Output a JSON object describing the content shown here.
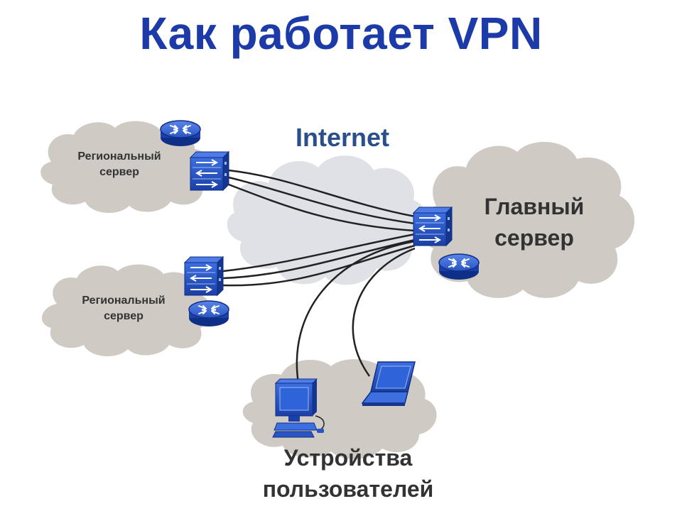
{
  "title": "Как работает VPN",
  "internet": {
    "label": "Internet"
  },
  "regional_top": {
    "line1": "Региональный",
    "line2": "сервер"
  },
  "regional_bottom": {
    "line1": "Региональный",
    "line2": "сервер"
  },
  "main_server": {
    "line1": "Главный",
    "line2": "сервер"
  },
  "users": {
    "line1": "Устройства",
    "line2": "пользователей"
  },
  "colors": {
    "title": "#1c3aa8",
    "internet_label": "#2a4f8a",
    "device_blue": "#1f4fc4",
    "cloud_gray": "#cfcbc4",
    "internet_cloud": "#dfe1e6",
    "text_dark": "#333333"
  },
  "icons": [
    "router-icon",
    "firewall-switch-icon",
    "desktop-computer-icon",
    "laptop-icon"
  ]
}
